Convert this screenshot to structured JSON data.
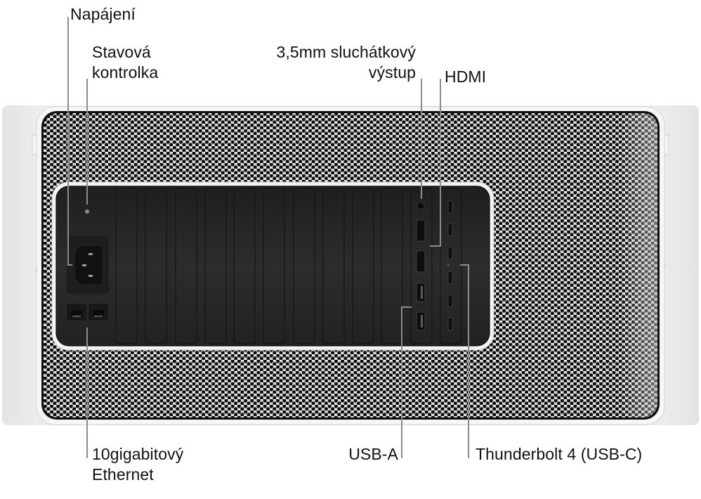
{
  "diagram": {
    "subject": "Mac Pro rear panel",
    "colors": {
      "background": "#ffffff",
      "chassis": "#e9e9e9",
      "bezel": "#f7f7f7",
      "grille": "#dcdcdc",
      "grille_hole": "#0d0d0d",
      "panel": "#262626",
      "panel_border": "#f2f2f2",
      "slot_line": "#151515",
      "leader_line": "#8c8c8c",
      "label_text": "#111111"
    },
    "labels": {
      "power": {
        "text": "Napájení"
      },
      "status_light": {
        "line1": "Stavová",
        "line2": "kontrolka"
      },
      "headphone": {
        "line1": "3,5mm sluchátkový",
        "line2": "výstup"
      },
      "hdmi": {
        "text": "HDMI"
      },
      "ethernet": {
        "line1": "10gigabitový",
        "line2": "Ethernet"
      },
      "usb_a": {
        "text": "USB-A"
      },
      "thunderbolt": {
        "text": "Thunderbolt 4 (USB-C)"
      }
    },
    "ports": {
      "pcie_slot_count": 12,
      "ethernet_count": 2,
      "hdmi_count": 2,
      "usb_a_count": 2,
      "thunderbolt_count": 6,
      "headphone_jack_count": 1,
      "power_socket_count": 1,
      "status_light_count": 1
    }
  }
}
